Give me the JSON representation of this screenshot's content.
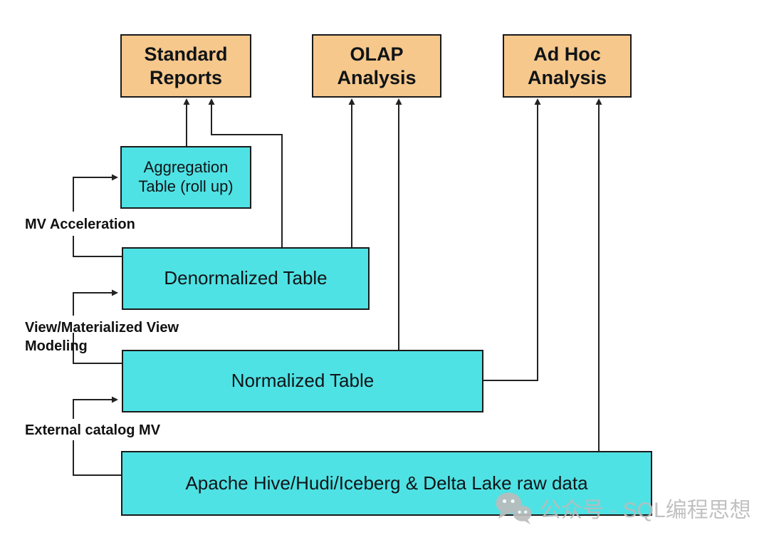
{
  "diagram": {
    "nodes": {
      "standard_reports": {
        "label": "Standard Reports"
      },
      "olap_analysis": {
        "label": "OLAP Analysis"
      },
      "adhoc_analysis": {
        "label": "Ad Hoc Analysis"
      },
      "aggregation_table": {
        "label": "Aggregation Table (roll up)"
      },
      "denormalized_table": {
        "label": "Denormalized Table"
      },
      "normalized_table": {
        "label": "Normalized Table"
      },
      "raw_data": {
        "label": "Apache Hive/Hudi/Iceberg & Delta Lake raw data"
      }
    },
    "edge_labels": {
      "mv_acceleration": "MV Acceleration",
      "view_modeling": "View/Materialized View Modeling",
      "external_catalog": "External catalog MV"
    },
    "watermark": {
      "icon": "wechat-icon",
      "text": "公众号 · SQL编程思想"
    },
    "colors": {
      "consumer_fill": "#f6c88c",
      "table_fill": "#4fe2e4",
      "border": "#1a1a1a",
      "line": "#222222",
      "watermark": "#bcbcbc"
    }
  }
}
